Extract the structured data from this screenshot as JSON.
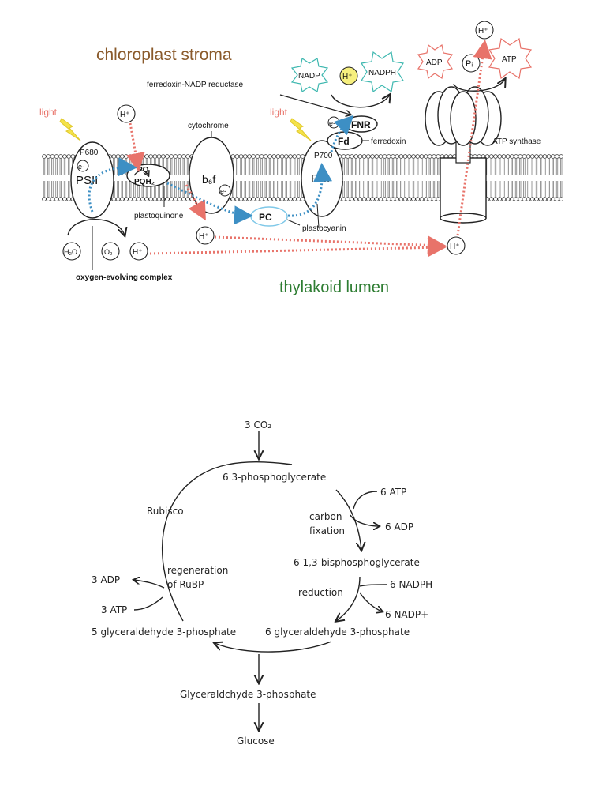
{
  "light_reactions": {
    "stroma_label": "chloroplast stroma",
    "lumen_label": "thylakoid lumen",
    "light_1": "light",
    "light_2": "light",
    "p680": "P680",
    "psii": "PSII",
    "e_psii": "e-",
    "pq": "PQ",
    "pqh2": "PQH₂",
    "plastoquinone": "plastoquinone",
    "cytochrome": "cytochrome",
    "b6f": "b₆f",
    "e_cyt": "e-",
    "pc": "PC",
    "plastocyanin": "plastocyanin",
    "p700": "P700",
    "psi": "PSI",
    "fd": "Fd",
    "ferredoxin": "ferredoxin",
    "fnr": "FNR",
    "e_fnr": "e-",
    "fnr_label": "ferredoxin-NADP reductase",
    "nadp": "NADP",
    "h_nadp": "H⁺",
    "nadph": "NADPH",
    "adp": "ADP",
    "pi": "Pᵢ",
    "atp": "ATP",
    "atp_synthase": "ATP synthase",
    "h_top_pq": "H⁺",
    "h_lumen_cyt": "H⁺",
    "h_water": "H⁺",
    "h_lumen_synthase": "H⁺",
    "h_top_synthase": "H⁺",
    "h2o": "H₂O",
    "o2": "O₂",
    "oxygen_evolving": "oxygen-evolving complex"
  },
  "calvin_cycle": {
    "co2": "3 CO₂",
    "pga": "6 3-phosphoglycerate",
    "atp6": "6 ATP",
    "adp6": "6 ADP",
    "carbon_fixation_1": "carbon",
    "carbon_fixation_2": "fixation",
    "bpg": "6 1,3-bisphosphoglycerate",
    "reduction": "reduction",
    "nadph6": "6 NADPH",
    "nadp6": "6 NADP+",
    "g3p6": "6 glyceraldehyde 3-phosphate",
    "g3p5": "5 glyceraldehyde 3-phosphate",
    "rubisco": "Rubisco",
    "regen_1": "regeneration",
    "regen_2": "of RuBP",
    "adp3": "3 ADP",
    "atp3": "3 ATP",
    "g3p_out": "Glyceraldchyde 3-phosphate",
    "glucose": "Glucose"
  },
  "colors": {
    "stroma_label": "#8a5a2b",
    "lumen_label": "#2e7d32",
    "proton_arrow": "#e8736a",
    "electron_arrow": "#3d8fc4",
    "light_bolt": "#f4e24a",
    "nadp_star": "#3fb8b0",
    "atp_star": "#e8736a",
    "h_highlight": "#f6ef7e",
    "pc_outline": "#7fc8e8"
  }
}
